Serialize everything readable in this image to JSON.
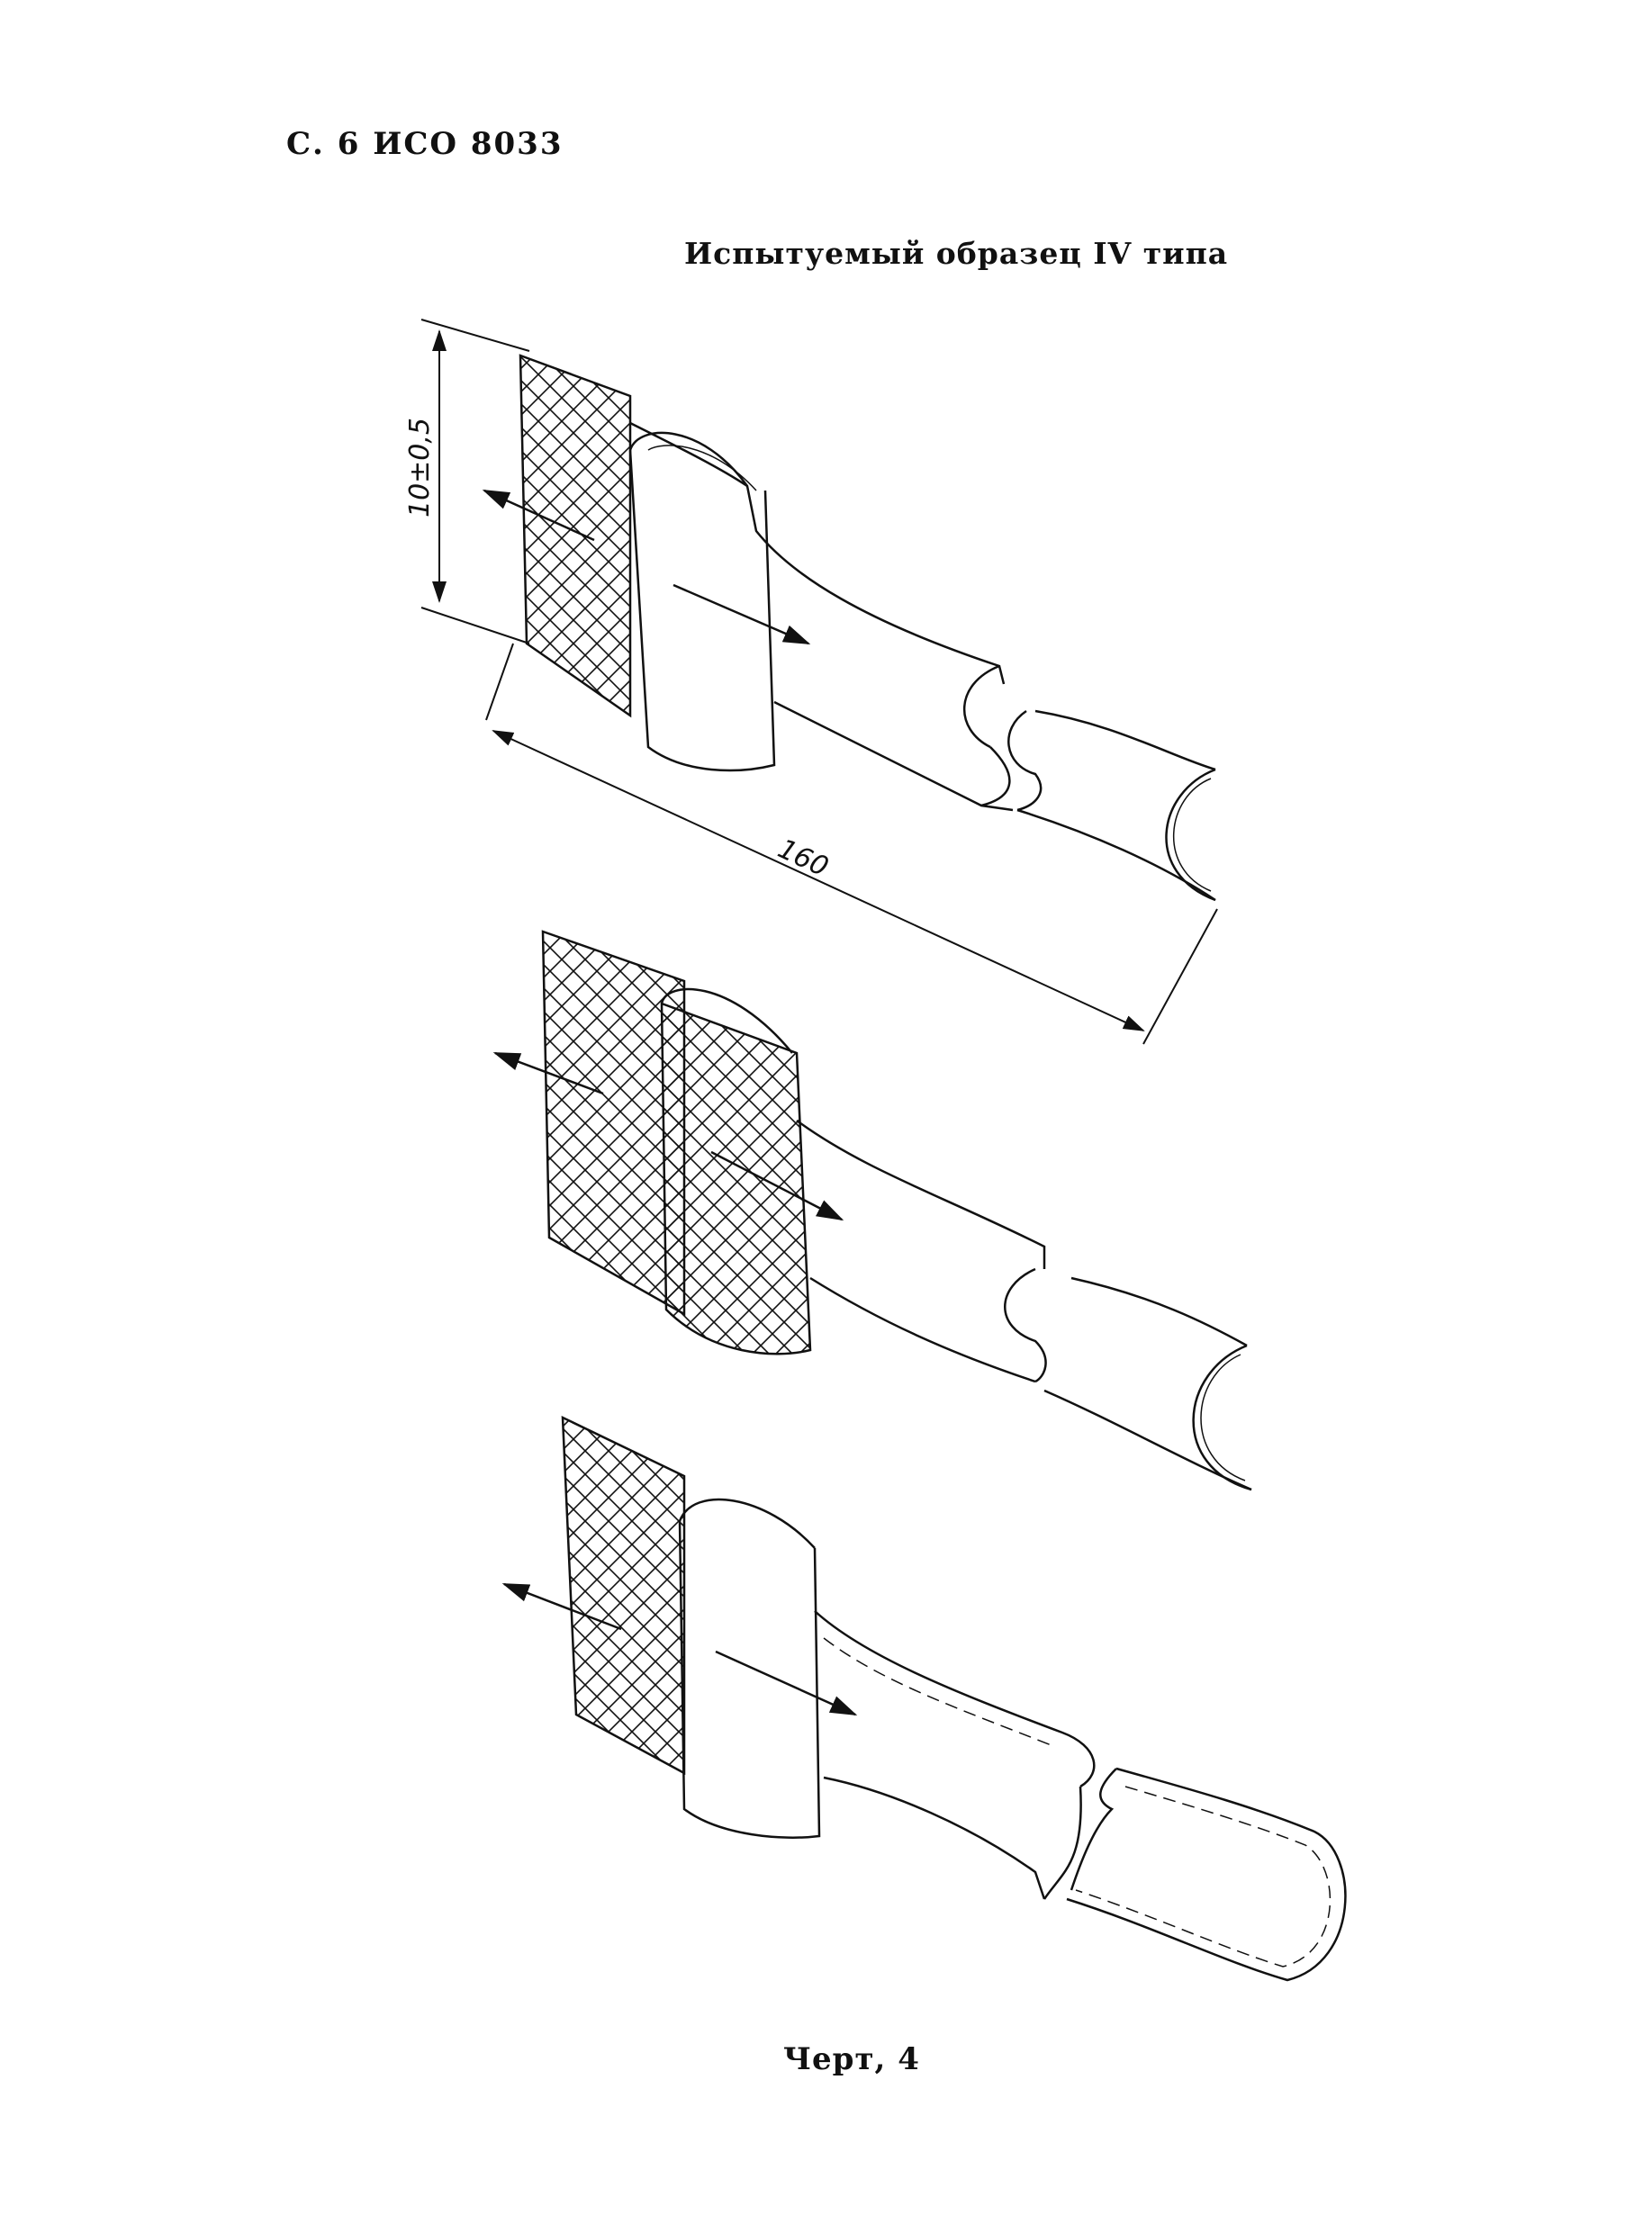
{
  "page": {
    "header": "С. 6 ИСО 8033",
    "title": "Испытуемый образец IV типа",
    "caption": "Черт, 4"
  },
  "figure": {
    "dimensions": {
      "height_label": "10±0,5",
      "length_label": "160"
    },
    "ink_color": "#111111",
    "paper_color": "#ffffff"
  }
}
